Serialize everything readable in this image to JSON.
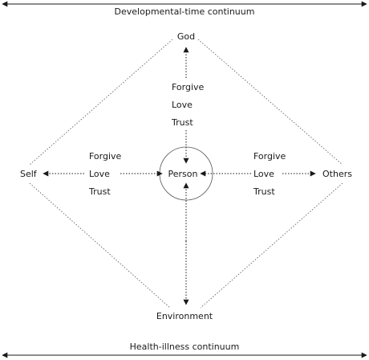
{
  "diagram": {
    "top_axis": "Developmental-time continuum",
    "bottom_axis": "Health-illness continuum",
    "nodes": {
      "top": "God",
      "left": "Self",
      "right": "Others",
      "bottom": "Environment",
      "center": "Person"
    },
    "edge_labels": {
      "top": [
        "Forgive",
        "Love",
        "Trust"
      ],
      "left": [
        "Forgive",
        "Love",
        "Trust"
      ],
      "right": [
        "Forgive",
        "Love",
        "Trust"
      ]
    }
  }
}
